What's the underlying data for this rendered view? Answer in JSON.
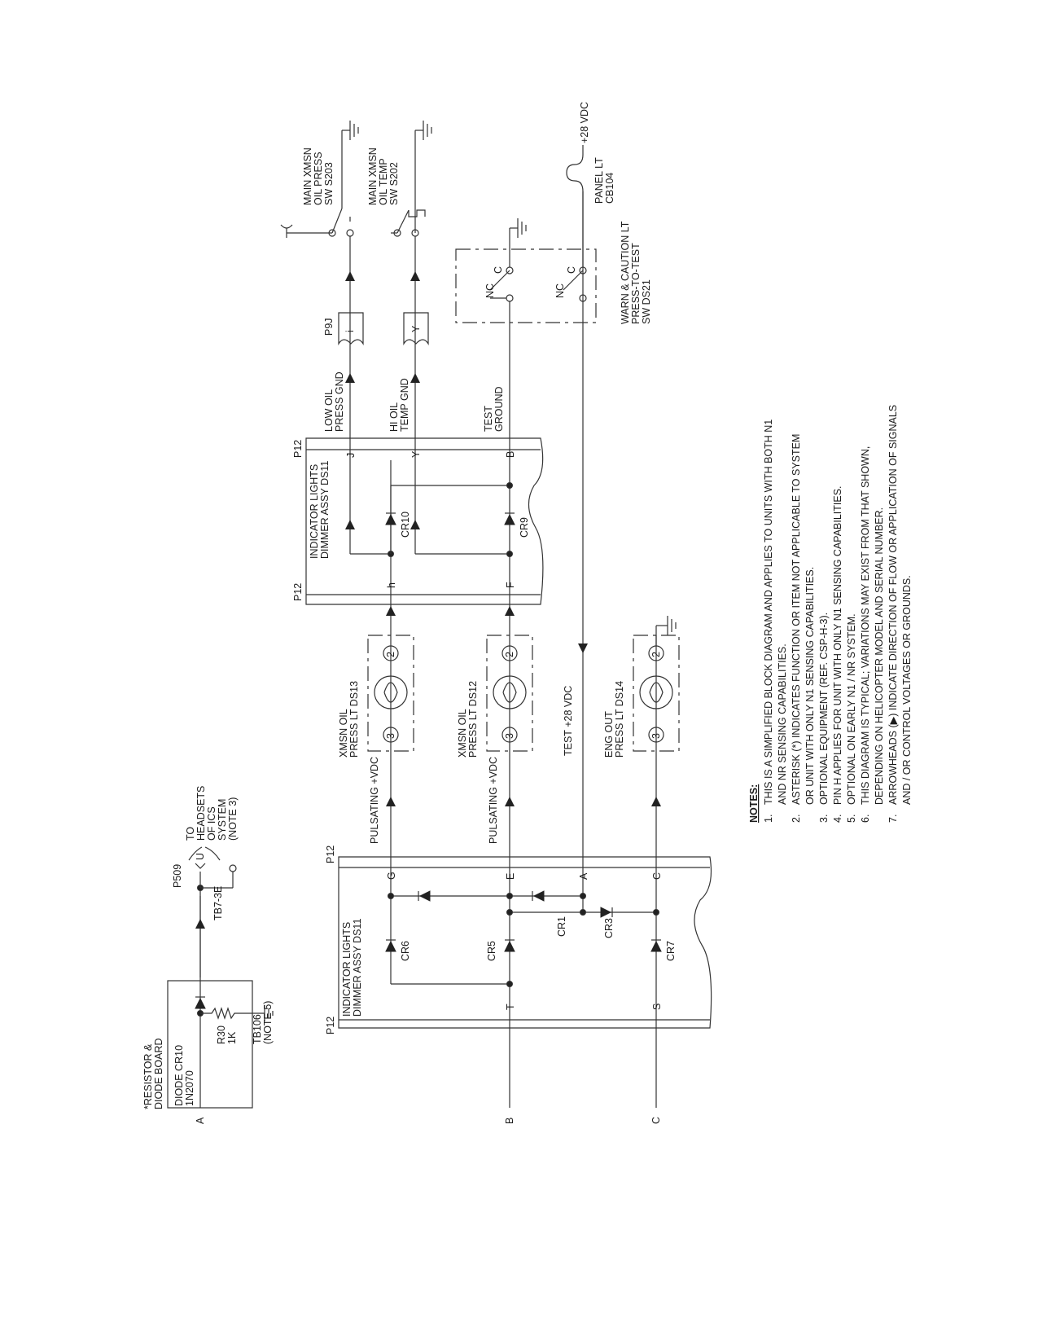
{
  "labels": {
    "board_title": [
      "*RESISTOR &",
      "DIODE BOARD"
    ],
    "diode_cr10": [
      "DIODE CR10",
      "1N2070"
    ],
    "r30": [
      "R30",
      "1K"
    ],
    "tb106": [
      "TB106",
      "(NOTE 5)"
    ],
    "p509": "P509",
    "pin_u": "U",
    "tb7": "TB7-3E",
    "to_headsets": [
      "TO",
      "HEADSETS",
      "OF ICS",
      "SYSTEM",
      "(NOTE 3)"
    ],
    "conn_a": "A",
    "conn_b": "B",
    "conn_c": "C",
    "p12": "P12",
    "dimmer_title": [
      "INDICATOR LIGHTS",
      "DIMMER ASSY DS11"
    ],
    "pins_lower_left": [
      "T",
      "S"
    ],
    "pins_lower_right": [
      "G",
      "E",
      "A",
      "C"
    ],
    "pins_upper_left": [
      "h",
      "F"
    ],
    "pins_upper_right": [
      "J",
      "Y",
      "B"
    ],
    "cr6": "CR6",
    "cr5": "CR5",
    "cr1": "CR1",
    "cr3": "CR3",
    "cr7": "CR7",
    "cr10b": "CR10",
    "cr9": "CR9",
    "pulsating_vdc": "PULSATING +VDC",
    "test_28": "TEST +28 VDC",
    "lamp_ds13": [
      "XMSN OIL",
      "PRESS LT DS13"
    ],
    "lamp_ds12": [
      "XMSN OIL",
      "PRESS LT DS12"
    ],
    "lamp_ds14": [
      "ENG OUT",
      "PRESS LT DS14"
    ],
    "lamp_pin3": "3",
    "lamp_pin2": "2",
    "low_oil": [
      "LOW OIL",
      "PRESS GND"
    ],
    "hi_oil": [
      "HI OIL",
      "TEMP GND"
    ],
    "test_ground": [
      "TEST",
      "GROUND"
    ],
    "p9j": "P9J",
    "pin_i": "i",
    "pin_y": "Y",
    "sw203": [
      "MAIN XMSN",
      "OIL PRESS",
      "SW S203"
    ],
    "sw202": [
      "MAIN XMSN",
      "OIL TEMP",
      "SW S202"
    ],
    "nc": "NC",
    "c": "C",
    "warn": [
      "WARN & CAUTION LT",
      "PRESS-TO-TEST",
      "SW DS21"
    ],
    "panel_lt": [
      "PANEL LT",
      "CB104"
    ],
    "plus28": "+28 VDC"
  },
  "notes": {
    "heading": "NOTES:",
    "items": [
      {
        "num": "1.",
        "lines": [
          "THIS IS A SIMPLIFIED BLOCK DIAGRAM AND APPLIES TO UNITS WITH BOTH N1",
          "AND NR SENSING CAPABILITIES."
        ]
      },
      {
        "num": "2.",
        "lines": [
          "ASTERISK (*) INDICATES FUNCTION OR ITEM NOT APPLICABLE TO SYSTEM",
          "OR UNIT WITH ONLY N1 SENSING CAPABILITIES."
        ]
      },
      {
        "num": "3.",
        "lines": [
          "OPTIONAL EQUIPMENT (REF. CSP-H-3)."
        ]
      },
      {
        "num": "4.",
        "lines": [
          "PIN H APPLIES FOR UNIT WITH ONLY N1 SENSING CAPABILITIES."
        ]
      },
      {
        "num": "5.",
        "lines": [
          "OPTIONAL ON EARLY N1 / NR SYSTEM."
        ]
      },
      {
        "num": "6.",
        "lines": [
          "THIS DIAGRAM IS TYPICAL; VARIATIONS MAY EXIST FROM THAT SHOWN,",
          "DEPENDING ON HELICOPTER MODEL AND SERIAL NUMBER."
        ]
      },
      {
        "num": "7.",
        "lines": [
          "ARROWHEADS (▶) INDICATE DIRECTION OF FLOW OR APPLICATION OF SIGNALS",
          "AND / OR CONTROL VOLTAGES OR GROUNDS."
        ]
      }
    ]
  }
}
